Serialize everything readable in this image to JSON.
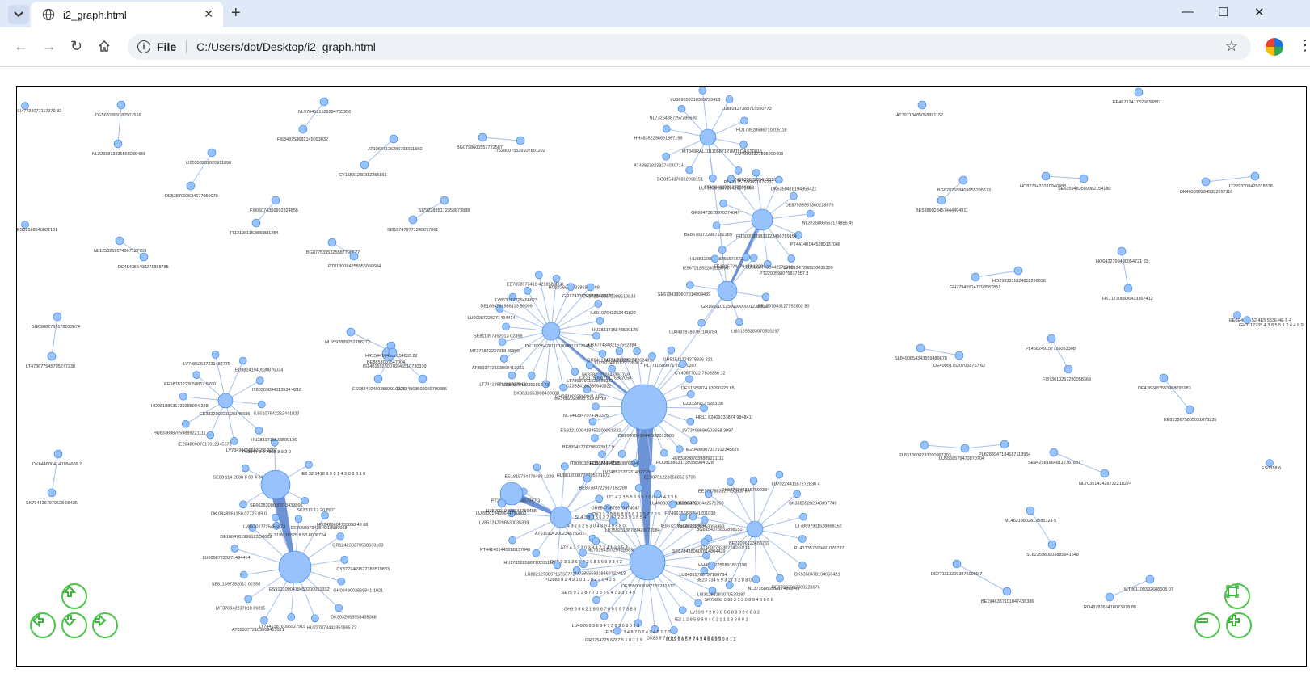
{
  "browser": {
    "tab_title": "i2_graph.html",
    "url_scheme": "File",
    "url": "C:/Users/dot/Desktop/i2_graph.html"
  },
  "graph": {
    "edge_color": "#a7c0e8",
    "thick_edge_color": "#6d93d6",
    "node_color": "#97c2fc",
    "node_border": "#2b7ce9",
    "nodes": [
      {
        "id": "n1",
        "label": "DE5682809182507516",
        "size": 5
      },
      {
        "id": "n2",
        "label": "NL2231873835568289489",
        "size": 5
      },
      {
        "id": "n3",
        "label": "NL9764521529284785956",
        "size": 5
      },
      {
        "id": "n4",
        "label": "FI6848758682145093832",
        "size": 5
      },
      {
        "id": "n5",
        "label": "AT10687126286793011550",
        "size": 5
      },
      {
        "id": "n6",
        "label": "CY15531230312256891",
        "size": 5
      },
      {
        "id": "n7",
        "label": "BG0798600557722587",
        "size": 5
      },
      {
        "id": "n8",
        "label": "IT6280075539107891102",
        "size": 5
      },
      {
        "id": "n9",
        "label": "LI90553251020911890",
        "size": 5
      },
      {
        "id": "n10",
        "label": "DE5387093634677050078",
        "size": 5
      },
      {
        "id": "n11",
        "label": "FI905074356992324856",
        "size": 5
      },
      {
        "id": "n12",
        "label": "IT121961152830881254",
        "size": 5
      },
      {
        "id": "n13",
        "label": "SI7922885172358873888",
        "size": 5
      },
      {
        "id": "n14",
        "label": "SI8187479771245877861",
        "size": 5
      },
      {
        "id": "n15",
        "label": "NL1250259574997127759",
        "size": 5
      },
      {
        "id": "n16",
        "label": "DE454356498271888785",
        "size": 5
      },
      {
        "id": "n17",
        "label": "BG8775395325587708527",
        "size": 5
      },
      {
        "id": "n18",
        "label": "PT8130084258955956684",
        "size": 5
      },
      {
        "id": "n19",
        "label": "EE46712417329838887",
        "size": 5
      },
      {
        "id": "n20",
        "label": "AT79713485058891152",
        "size": 5
      },
      {
        "id": "n21",
        "label": "MT849RAL10110587127MTLCAST0015",
        "size": 10
      },
      {
        "id": "n22",
        "label": "FI15000089831123456789154",
        "size": 13
      },
      {
        "id": "n23",
        "label": "GR1601101250000000012300695",
        "size": 12
      },
      {
        "id": "n24",
        "label": "DK1803542811010000073123456",
        "size": 11
      },
      {
        "id": "n25",
        "label": "DE89370400440532013000",
        "size": 28
      },
      {
        "id": "n26",
        "label": "SE6628300000013439866",
        "size": 18
      },
      {
        "id": "n27",
        "label": "DE1550008787159261312",
        "size": 22
      },
      {
        "id": "n28",
        "label": "LI3500019403644759488",
        "size": 14
      },
      {
        "id": "n29",
        "label": "AT611904300234573201",
        "size": 13
      },
      {
        "id": "n30",
        "label": "BE71096123456769",
        "size": 10
      },
      {
        "id": "n31",
        "label": "ES9121000418450200051332",
        "size": 20
      },
      {
        "id": "n32",
        "label": "EE382200221020145685",
        "size": 9
      },
      {
        "id": "n33",
        "label": "IS140159260076545510730339",
        "size": 8
      },
      {
        "id": "n34",
        "label": "LU280019400644750000",
        "size": 5
      },
      {
        "id": "n35",
        "label": "BG6787688409955295573",
        "size": 5
      },
      {
        "id": "n36",
        "label": "BE5389028457444494911",
        "size": 5
      },
      {
        "id": "n37",
        "label": "HO8279433210940488",
        "size": 5
      },
      {
        "id": "n38",
        "label": "SE6359483559982154180",
        "size": 5
      },
      {
        "id": "n39",
        "label": "IT2293308425018838",
        "size": 5
      },
      {
        "id": "n40",
        "label": "DK4038982843392057116",
        "size": 5
      },
      {
        "id": "n41",
        "label": "GH779459147793587851",
        "size": 5
      },
      {
        "id": "n42",
        "label": "HO2993311824852299038",
        "size": 5
      },
      {
        "id": "n43",
        "label": "HO6422799480054721 83",
        "size": 5
      },
      {
        "id": "n44",
        "label": "HK717308836433367412",
        "size": 5
      },
      {
        "id": "n45",
        "label": "SL8490854343559489678",
        "size": 5
      },
      {
        "id": "n46",
        "label": "DE4995175207058767 62",
        "size": 5
      },
      {
        "id": "n47",
        "label": "PL458249157726053308",
        "size": 5
      },
      {
        "id": "n48",
        "label": "FI373610257280058368",
        "size": 5
      },
      {
        "id": "n49",
        "label": "DE4382487553968095983",
        "size": 5
      },
      {
        "id": "n50",
        "label": "EE8138675805031073235",
        "size": 5
      },
      {
        "id": "n51",
        "label": "PL8318608233090967703",
        "size": 5
      },
      {
        "id": "n52",
        "label": "LU5558579470870704",
        "size": 5
      },
      {
        "id": "n53",
        "label": "PL8283947184187113954",
        "size": 5
      },
      {
        "id": "n54",
        "label": "SE9425816648112787887",
        "size": 5
      },
      {
        "id": "n55",
        "label": "NL7035143426732218274",
        "size": 5
      },
      {
        "id": "n56",
        "label": "ML46213802812885124 5",
        "size": 5
      },
      {
        "id": "n57",
        "label": "SL8235980803885941548",
        "size": 5
      },
      {
        "id": "n58",
        "label": "DE77111320938760089 7",
        "size": 5
      },
      {
        "id": "n59",
        "label": "BE1946387101047436386",
        "size": 5
      },
      {
        "id": "n60",
        "label": "MT861100392688605 07",
        "size": 5
      },
      {
        "id": "n61",
        "label": "RO4878265418073978 88",
        "size": 5
      },
      {
        "id": "n62",
        "label": "BG09882765178033674",
        "size": 5
      },
      {
        "id": "n63",
        "label": "LT473677545795277238",
        "size": 5
      },
      {
        "id": "n64",
        "label": "DK6448004140184609 2",
        "size": 5
      },
      {
        "id": "n65",
        "label": "SK7944367970528 08435",
        "size": 5
      },
      {
        "id": "n66",
        "label": "HR1544104808154833 22",
        "size": 5
      },
      {
        "id": "n67",
        "label": "NL5592889252788273",
        "size": 5
      },
      {
        "id": "n68",
        "label": "BE8853007547004",
        "size": 5
      },
      {
        "id": "n69",
        "label": "LU734563502089700885",
        "size": 5
      },
      {
        "id": "n70",
        "label": "ES9834024918883910905",
        "size": 5
      }
    ],
    "hub_labels": [
      "LU49893327805290403",
      "FI7496356820541201038",
      "LT458432325253056863",
      "BG8154376832898151",
      "AT489278238274030714",
      "HH48352256891867198",
      "NL73264387257286630",
      "LU389559318369723413",
      "LU882127389715550773",
      "HU173528586710205118",
      "PT441401445280137048",
      "LV851247288530035309",
      "PT2290598075837357 3",
      "EE1815734479488 1229",
      "HU8812008778355671672",
      "BE86783722987152289",
      "GR68473678970374047",
      "LU75925188709420072084",
      "PL471357599491076737",
      "DK5350478194956421",
      "DE87933987360228676",
      "NL3735886553174855 49",
      "LI831298283070530297",
      "LU84819788797180784",
      "SE6784380607814804439",
      "IE96721853280115094",
      "LU88637530442571399",
      "EE1797883127752802 80",
      "DK67743482157592384",
      "LU7022441187272836 4",
      "SK33835292848397749",
      "LT78697911528868152",
      "GH0849003868941 1921",
      "DK3032653908439088",
      "HU237878442351865 73",
      "LT74413876095927919",
      "AT8593772103869413021",
      "MT376842237818 89895",
      "SE811397352013 02358",
      "LU00987223271494414",
      "DE1664781986123 50009",
      "LV863017725456823",
      "EE7058973418 4218580058",
      "HO2426604733858 48 68",
      "GR124238379588633103",
      "CY8722469572388510833",
      "IL50107642252441822",
      "HU2831715543509126",
      "LV73498696503658 3097",
      "IE20480907317912345678",
      "HU8336987659889221111",
      "HO08188631739388904 328",
      "EE98781223058852 5700",
      "LV74852537231482775",
      "ED88241940930876034",
      "IT80303894313534 4218",
      "BE83945776798923917 9",
      "ES9121000418450200051332",
      "NL7442847074143325",
      "BE7682023098 51979719",
      "CZ3334186395640822",
      "CY3175080213 75382058",
      "GR841174574 73305274",
      "MT51808285 872624916",
      "PL7710589071 7888 0397",
      "GH51511374378336 821",
      "CY40877022 7803356 12",
      "DE31689074 83090329 85",
      "CZ3328917 5283 30",
      "HR11 82409233874 984841",
      "SK2312 17 20 8921",
      "SL3195 18325 8 53 8008724",
      "DK 0848951350 07725 89 0",
      "SE88 114 2888 8 00 4 84 785",
      "PL8044 9 0 7818 8 9 2 9",
      "IE6 32 1418 9 9 0 1 4 5 0 8 8 1 6",
      "BE23 734 5 9 3 27 3 2 8 8 0 8",
      "SK79898 0 88 3 1 2 0 8 9 4 8 6 8 6",
      "LV10 9 7 2 8 7 8 5 8 8 8 9 2 6 8 3 2",
      "IE2 1 2 8 5 8 9 0 4 0 2 1 1 2 9 8 0 8 1",
      "LU12 5 0 5 7 7 4 3 4 8 6 3 5 9 8 1 3",
      "DK83 9 7 8 9 6 8 1 7 4 8 6 9 8 5 1 5 6",
      "FI39 9 7 3 4 8 7 0 2 4 9 4 6 1 7 0",
      "GR0754725 6787 5 1 0 7 1 9",
      "LU4926 9 3 6 9 4 7 3 9 3 0 9 0 1 3",
      "GH9 9 8 6 2 1 8 0 6 7 8 0 8 9 7 3 8 8",
      "SE75 9 2 2 8 7 7 0 8 7 9 4 7 3 3 7 4 5",
      "PL2883 8 2 4 9 1 0 1 1 0 2 2 0 4 2 5",
      "DK2 0 3 1 3 6 1 0 2 0 8 1 6 9 3 3 4 2",
      "AT2 4 2 2 3 0 3 8 1 7 2 4 1 3 3 5 8",
      "SL7 4 3 7 8 2 5 3 0 4 3 0 4 9 5 8 0",
      "SL4 3 8 0 8 6 2 7 8 7 2 2 8 9 3 5 5 4",
      "DK3 3 2 0 8 6 8 8 5 8 1 1 5 2 7 2 5",
      "LT1 4 2 3 5 5 6 8 5 7 0 0 2 8 4 3 3 8"
    ],
    "stray_labels": [
      "SI47734077117370 83",
      "ES09588648632131",
      "EE6E4571 52 4E5 553E 4E 8 4",
      "GH3112235 4 3 8 5 5 1 2 4 4 8 9",
      "ES0358 6"
    ]
  },
  "controls": {
    "up_label": "move-up",
    "left_label": "move-left",
    "down_label": "move-down",
    "right_label": "move-right",
    "zoom_out_label": "zoom-out",
    "zoom_in_label": "zoom-in",
    "fit_label": "zoom-extends"
  }
}
